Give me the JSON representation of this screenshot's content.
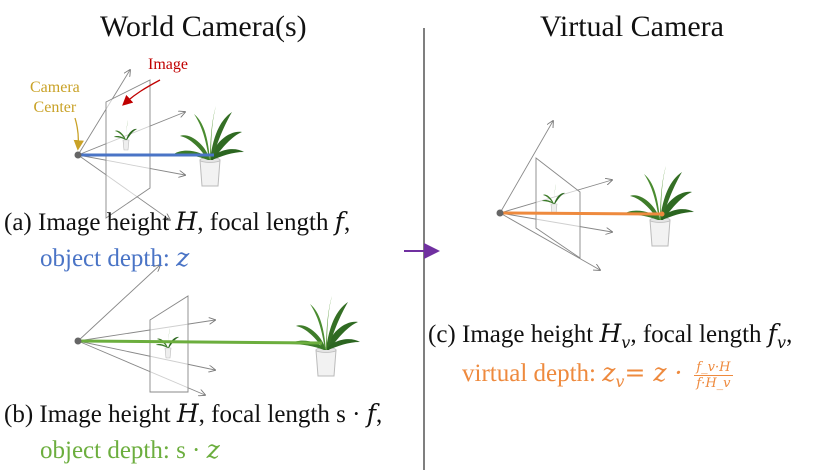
{
  "titles": {
    "left": "World Camera(s)",
    "right": "Virtual Camera"
  },
  "labels": {
    "camera_center": [
      "Camera",
      "Center"
    ],
    "image": "Image"
  },
  "captions": {
    "a": {
      "prefix": "(a) Image height ",
      "H": "H",
      "mid": ", focal length ",
      "f": "f",
      "end": ",",
      "depth_label": "object depth: ",
      "depth_var": "z"
    },
    "b": {
      "prefix": "(b) Image height ",
      "H": "H",
      "mid": ", focal length s · ",
      "f": "f",
      "end": ",",
      "depth_label": "object depth: s · ",
      "depth_var": "z"
    },
    "c": {
      "prefix": "(c) Image height ",
      "H": "H",
      "H_sub": "v",
      "mid": ", focal length ",
      "f": "f",
      "f_sub": "v",
      "end": ",",
      "depth_label": "virtual depth: ",
      "lhs": "z",
      "lhs_sub": "v",
      "eq": "= z · ",
      "num": "f_v·H",
      "den": "f·H_v"
    }
  },
  "colors": {
    "blue": "#4a74c6",
    "green": "#6cae3e",
    "orange": "#ee8a3e",
    "arrow_purple": "#7030a0",
    "gold": "#c9a227",
    "red": "#c00000"
  }
}
